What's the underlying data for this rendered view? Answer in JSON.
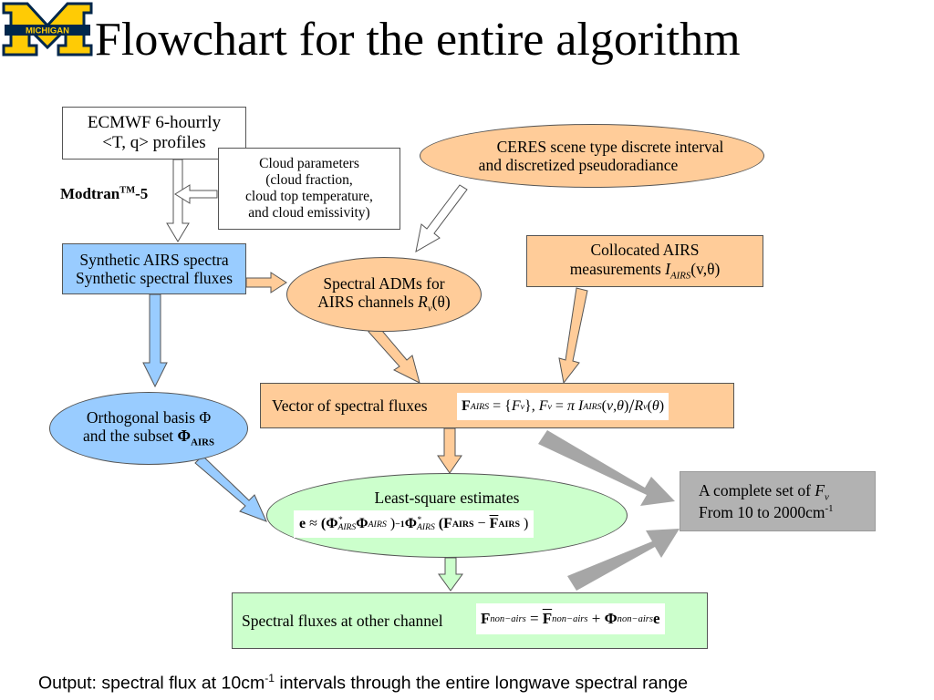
{
  "title": "Flowchart for the entire algorithm",
  "logo": {
    "text": "MICHIGAN",
    "colors": {
      "maize": "#FFCB05",
      "blue": "#00274C"
    }
  },
  "colors": {
    "blue_fill": "#99CCFF",
    "orange_fill": "#FFCC99",
    "green_fill": "#CCFFCC",
    "gray_fill": "#B2B2B2",
    "gray_arrow": "#A6A6A6"
  },
  "nodes": {
    "ecmwf": {
      "lines": [
        "ECMWF 6-hourrly",
        "<T, q> profiles"
      ]
    },
    "cloud": {
      "lines": [
        "Cloud parameters",
        "(cloud fraction,",
        "cloud top temperature,",
        "and cloud emissivity)"
      ]
    },
    "modtran": {
      "name": "Modtran",
      "sup": "TM",
      "suffix": "-5"
    },
    "ceres": {
      "lines": [
        "CERES scene type discrete interval",
        "and discretized pseudoradiance"
      ]
    },
    "synthetic": {
      "lines": [
        "Synthetic AIRS spectra",
        "Synthetic spectral fluxes"
      ]
    },
    "adm": {
      "line1": "Spectral ADMs for",
      "line2_prefix": "AIRS channels ",
      "line2_symbol": "R",
      "line2_sub": "v",
      "line2_suffix": "(θ)"
    },
    "collocated": {
      "line1": "Collocated AIRS",
      "line2_prefix": "measurements ",
      "line2_symbol": "I",
      "line2_sub": "AIRS",
      "line2_suffix": "(v,θ)"
    },
    "vector": {
      "label": "Vector of spectral fluxes",
      "formula": "F_AIRS = {F_v}, F_v = π I_AIRS(v,θ)/R_v(θ)"
    },
    "orthogonal": {
      "line1": "Orthogonal basis Φ",
      "line2_prefix": "and the subset ",
      "line2_symbol": "Φ",
      "line2_sub": "AIRS"
    },
    "least_square": {
      "label": "Least-square estimates",
      "formula": "e ≈ (Φ*_AIRS Φ_AIRS)^-1 Φ*_AIRS (F_AIRS − F̄_AIRS)"
    },
    "complete": {
      "line1_prefix": "A complete set of ",
      "line1_symbol": "F",
      "line1_sub": "v",
      "line2_prefix": "From 10 to 2000cm",
      "line2_sup": "-1"
    },
    "other": {
      "label": "Spectral fluxes at other channel",
      "formula": "F_non-airs = F̄_non-airs + Φ_non-airs e"
    }
  },
  "output": {
    "prefix": "Output: spectral flux at 10cm",
    "sup": "-1",
    "suffix": " intervals through the entire longwave spectral range"
  }
}
